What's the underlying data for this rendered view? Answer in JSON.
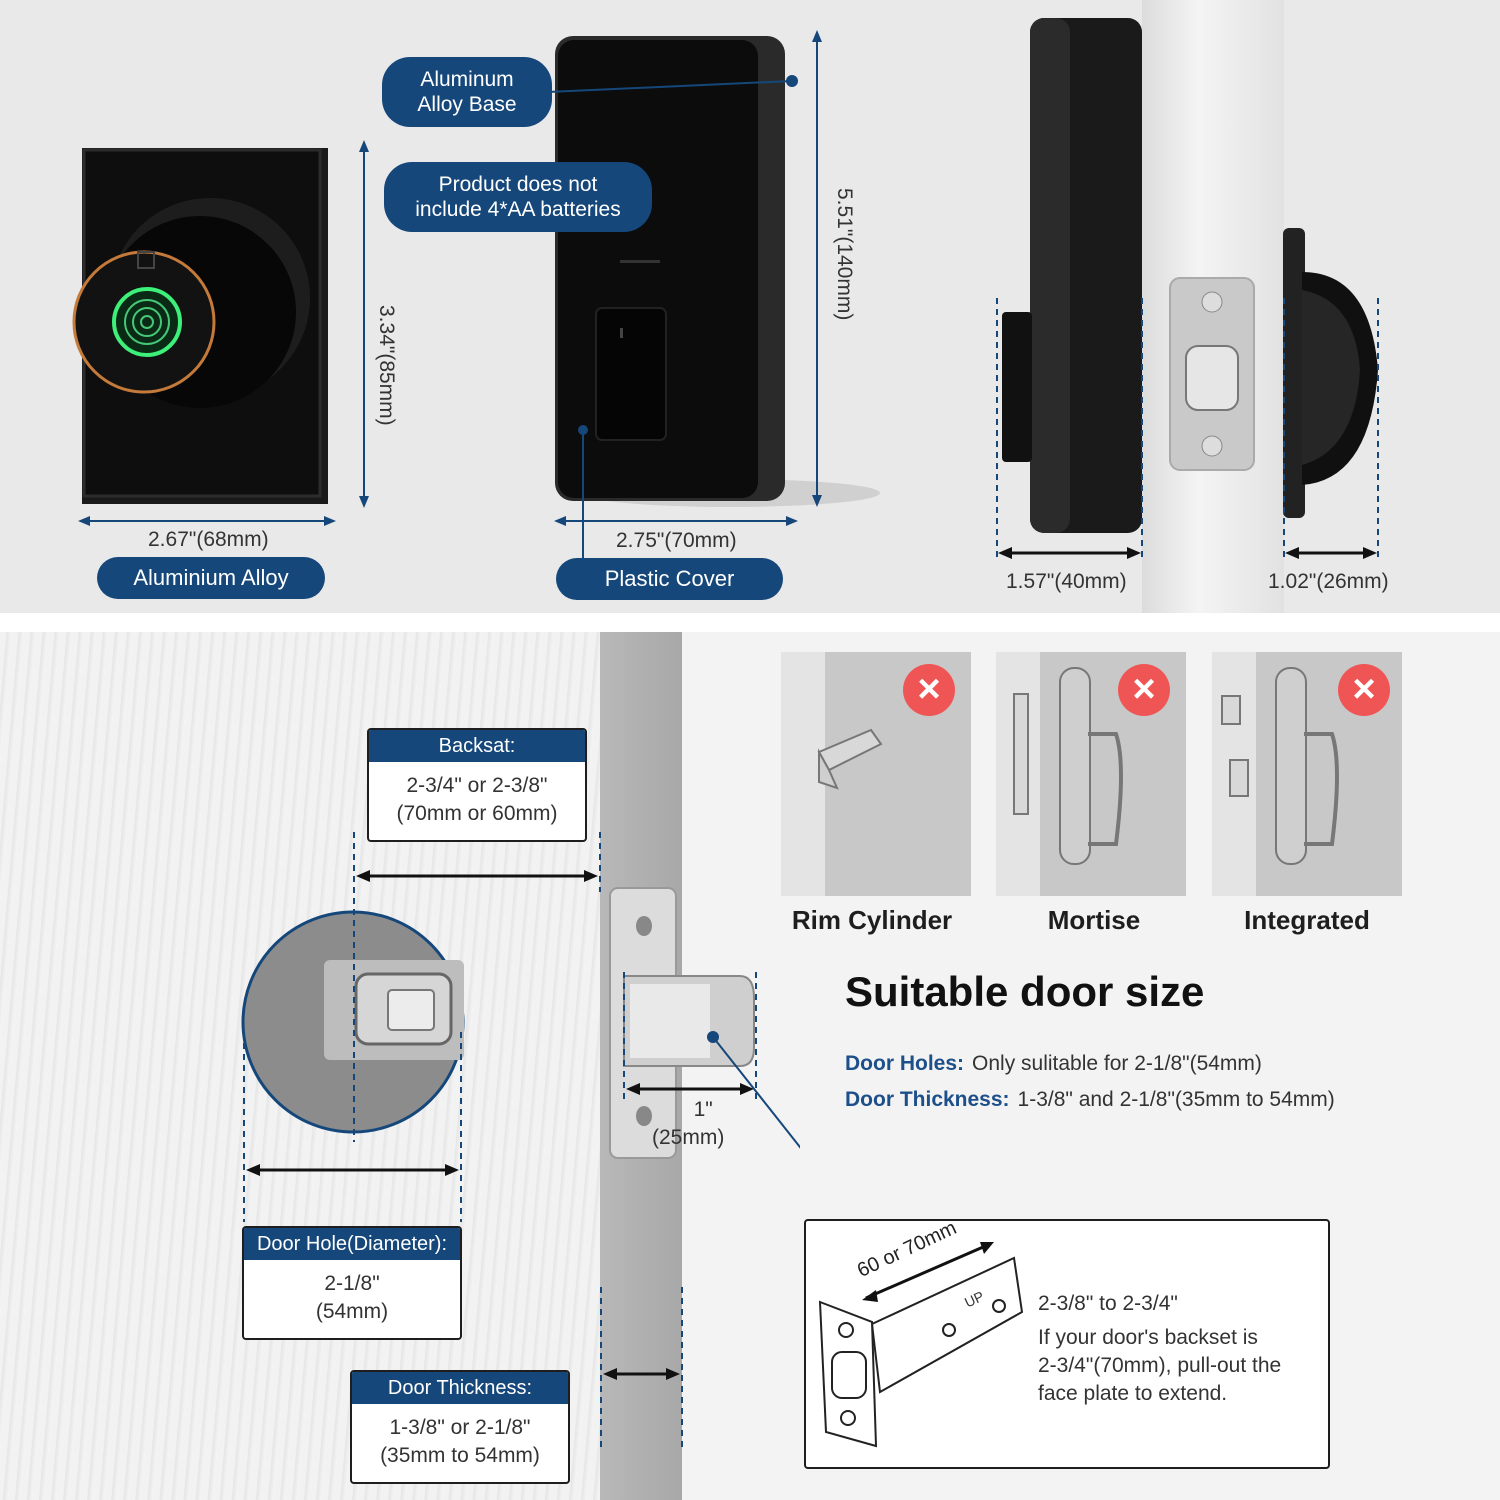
{
  "top": {
    "callouts": {
      "base": [
        "Aluminum",
        "Alloy Base"
      ],
      "batteries": [
        "Product does not",
        "include 4*AA batteries"
      ],
      "alloy": "Aluminium Alloy",
      "cover": "Plastic Cover"
    },
    "dimensions": {
      "width_front": "2.67\"(68mm)",
      "height_front": "3.34\"(85mm)",
      "width_back": "2.75\"(70mm)",
      "height_back": "5.51\"(140mm)",
      "depth_inside": "1.57\"(40mm)",
      "depth_outside": "1.02\"(26mm)"
    }
  },
  "bottom": {
    "backset_box": {
      "title": "Backsat:",
      "lines": [
        "2-3/4\" or 2-3/8\"",
        "(70mm or 60mm)"
      ]
    },
    "hole_box": {
      "title": "Door Hole(Diameter):",
      "lines": [
        "2-1/8\"",
        "(54mm)"
      ]
    },
    "thickness_box": {
      "title": "Door Thickness:",
      "lines": [
        "1-3/8\" or 2-1/8\"",
        "(35mm to 54mm)"
      ]
    },
    "latch_dim": [
      "1\"",
      "(25mm)"
    ],
    "unsuitable": [
      {
        "label": "Rim Cylinder",
        "icon": "rim-cylinder-icon"
      },
      {
        "label": "Mortise",
        "icon": "mortise-icon"
      },
      {
        "label": "Integrated",
        "icon": "integrated-lock-icon"
      }
    ],
    "suitable": {
      "title": "Suitable door size",
      "holes_key": "Door Holes:",
      "holes_value": "Only sulitable for 2-1/8\"(54mm)",
      "thickness_key": "Door Thickness:",
      "thickness_value": "1-3/8\" and 2-1/8\"(35mm to 54mm)"
    },
    "latch_detail": {
      "measure": "60 or 70mm",
      "up_mark": "UP",
      "lines": [
        "2-3/8\" to 2-3/4\"",
        "If your door's backset is",
        "2-3/4\"(70mm), pull-out the",
        "face plate to extend."
      ]
    }
  },
  "colors": {
    "accent": "#15477a",
    "error": "#f05555",
    "lock_black": "#151515",
    "ring_copper": "#c47a3a",
    "fingerprint_green": "#3cf07a"
  }
}
